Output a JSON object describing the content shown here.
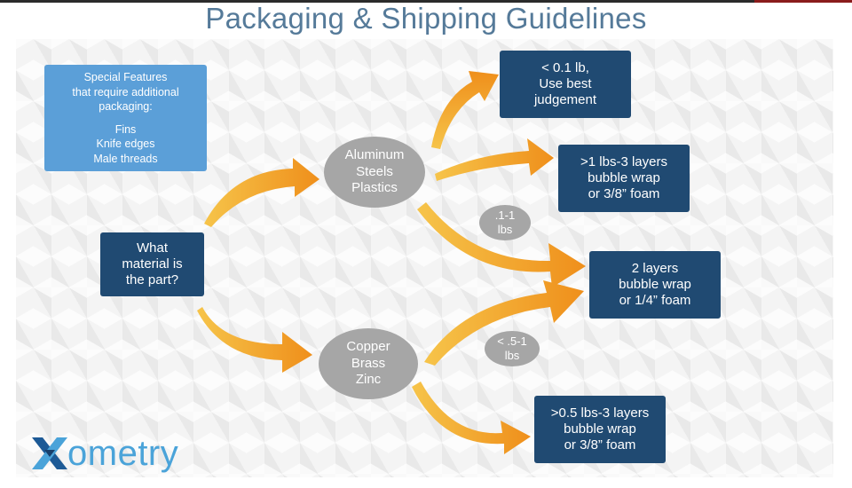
{
  "title": "Packaging & Shipping Guidelines",
  "colors": {
    "title": "#557a99",
    "dark_box": "#204a72",
    "light_box": "#5b9fd8",
    "circle": "#a6a6a6",
    "arrow_start": "#f6c44a",
    "arrow_end": "#ef8f1b",
    "logo": "#4aa3d9"
  },
  "special_features": {
    "lines": [
      "Special Features",
      "that require additional",
      "packaging:"
    ],
    "items": [
      "Fins",
      "Knife edges",
      "Male threads"
    ]
  },
  "question": {
    "lines": [
      "What",
      "material is",
      "the part?"
    ]
  },
  "materials": {
    "group_a": [
      "Aluminum",
      "Steels",
      "Plastics"
    ],
    "group_b": [
      "Copper",
      "Brass",
      "Zinc"
    ]
  },
  "weight_labels": {
    "a_mid": [
      ".1-1",
      "lbs"
    ],
    "b_mid": [
      "< .5-1",
      "lbs"
    ]
  },
  "results": {
    "light": [
      "< 0.1 lb,",
      "Use best",
      "judgement"
    ],
    "a_heavy": [
      ">1 lbs-3 layers",
      "bubble wrap",
      "or 3/8” foam"
    ],
    "medium": [
      "2 layers",
      "bubble wrap",
      "or 1/4” foam"
    ],
    "b_heavy": [
      ">0.5 lbs-3 layers",
      "bubble wrap",
      "or 3/8” foam"
    ]
  },
  "logo": {
    "mark": "x-logo-icon",
    "text": "ometry"
  }
}
